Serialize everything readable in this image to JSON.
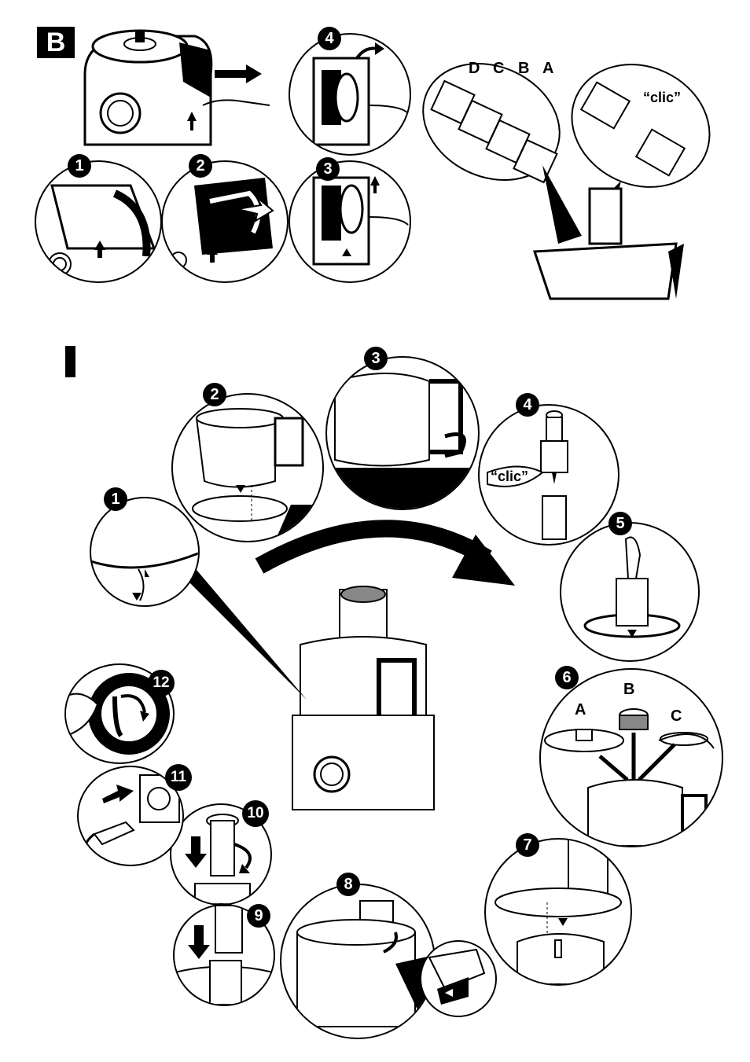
{
  "section_b": {
    "label": "B",
    "steps": [
      "1",
      "2",
      "3",
      "4"
    ],
    "blade_labels": [
      "D",
      "C",
      "B",
      "A"
    ],
    "clic": "“clic”"
  },
  "section_i": {
    "label": "I",
    "steps": [
      "1",
      "2",
      "3",
      "4",
      "5",
      "6",
      "7",
      "8",
      "9",
      "10",
      "11",
      "12"
    ],
    "blade_labels": [
      "A",
      "B",
      "C"
    ],
    "clic": "“clic”"
  },
  "colors": {
    "ink": "#000000",
    "paper": "#ffffff",
    "shade": "#888888"
  }
}
